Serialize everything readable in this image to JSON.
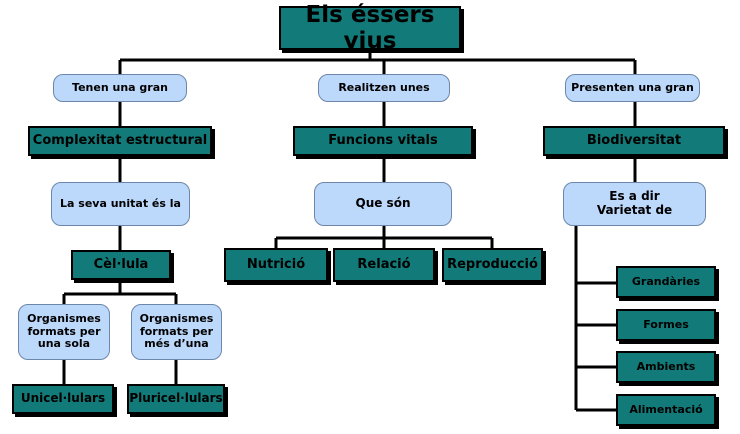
{
  "title": "Els éssers vius",
  "branches": {
    "left": {
      "connector": "Tenen una gran",
      "concept": "Complexitat estructural",
      "sub_connector": "La seva unitat és la",
      "unit": "Cèl·lula",
      "types": [
        {
          "description": "Organismes\nformats per\nuna sola",
          "label": "Unicel·lulars"
        },
        {
          "description": "Organismes\nformats per\nmés d’una",
          "label": "Pluricel·lulars"
        }
      ]
    },
    "middle": {
      "connector": "Realitzen unes",
      "concept": "Funcions vitals",
      "sub_connector": "Que són",
      "items": [
        "Nutrició",
        "Relació",
        "Reproducció"
      ]
    },
    "right": {
      "connector": "Presenten una gran",
      "concept": "Biodiversitat",
      "sub_connector": "Es a dir\nVarietat de",
      "items": [
        "Grandàries",
        "Formes",
        "Ambients",
        "Alimentació"
      ]
    }
  },
  "colors": {
    "concept_fill": "#127a78",
    "connector_fill": "#bcd8fb",
    "line": "#000000"
  }
}
